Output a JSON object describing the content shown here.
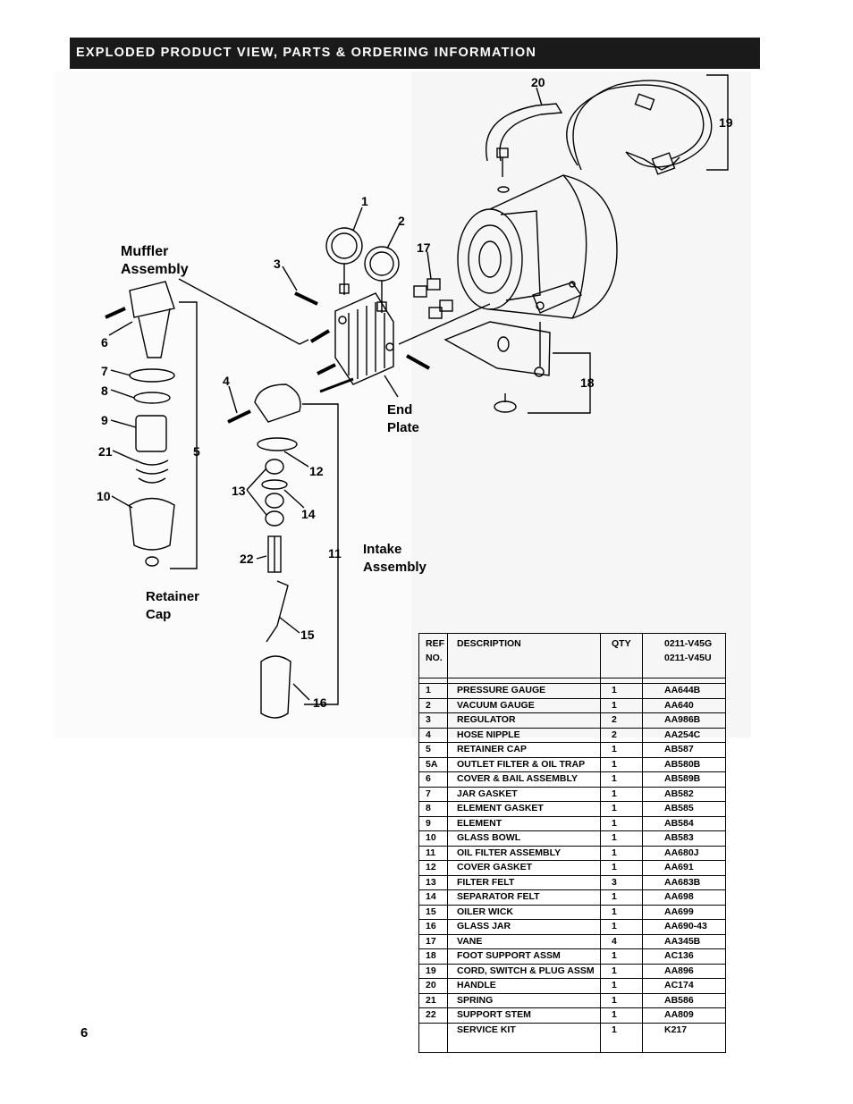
{
  "header": {
    "title": "EXPLODED PRODUCT VIEW, PARTS & ORDERING INFORMATION"
  },
  "diagram": {
    "callouts": [
      "20",
      "19",
      "1",
      "2",
      "17",
      "3",
      "6",
      "7",
      "8",
      "9",
      "21",
      "5",
      "10",
      "4",
      "12",
      "13",
      "14",
      "22",
      "11",
      "15",
      "16",
      "18"
    ],
    "labels": {
      "muffler_line1": "Muffler",
      "muffler_line2": "Assembly",
      "end_line1": "End",
      "end_line2": "Plate",
      "intake_line1": "Intake",
      "intake_line2": "Assembly",
      "retainer_line1": "Retainer",
      "retainer_line2": "Cap"
    }
  },
  "parts_table": {
    "headers": {
      "ref_line1": "REF",
      "ref_line2": "NO.",
      "description": "DESCRIPTION",
      "qty": "QTY",
      "model_line1": "0211-V45G",
      "model_line2": "0211-V45U"
    },
    "rows": [
      {
        "ref": "1",
        "description": "PRESSURE GAUGE",
        "qty": "1",
        "part": "AA644B"
      },
      {
        "ref": "2",
        "description": "VACUUM GAUGE",
        "qty": "1",
        "part": "AA640"
      },
      {
        "ref": "3",
        "description": "REGULATOR",
        "qty": "2",
        "part": "AA986B"
      },
      {
        "ref": "4",
        "description": "HOSE NIPPLE",
        "qty": "2",
        "part": "AA254C"
      },
      {
        "ref": "5",
        "description": "RETAINER CAP",
        "qty": "1",
        "part": "AB587"
      },
      {
        "ref": "5A",
        "description": "OUTLET FILTER & OIL TRAP",
        "qty": "1",
        "part": "AB580B"
      },
      {
        "ref": "6",
        "description": "COVER & BAIL ASSEMBLY",
        "qty": "1",
        "part": "AB589B"
      },
      {
        "ref": "7",
        "description": "JAR GASKET",
        "qty": "1",
        "part": "AB582"
      },
      {
        "ref": "8",
        "description": "ELEMENT GASKET",
        "qty": "1",
        "part": "AB585"
      },
      {
        "ref": "9",
        "description": "ELEMENT",
        "qty": "1",
        "part": "AB584"
      },
      {
        "ref": "10",
        "description": "GLASS BOWL",
        "qty": "1",
        "part": "AB583"
      },
      {
        "ref": "11",
        "description": "OIL FILTER ASSEMBLY",
        "qty": "1",
        "part": "AA680J"
      },
      {
        "ref": "12",
        "description": "COVER GASKET",
        "qty": "1",
        "part": "AA691"
      },
      {
        "ref": "13",
        "description": "FILTER FELT",
        "qty": "3",
        "part": "AA683B"
      },
      {
        "ref": "14",
        "description": "SEPARATOR FELT",
        "qty": "1",
        "part": "AA698"
      },
      {
        "ref": "15",
        "description": "OILER WICK",
        "qty": "1",
        "part": "AA699"
      },
      {
        "ref": "16",
        "description": "GLASS JAR",
        "qty": "1",
        "part": "AA690-43"
      },
      {
        "ref": "17",
        "description": "VANE",
        "qty": "4",
        "part": "AA345B"
      },
      {
        "ref": "18",
        "description": "FOOT SUPPORT ASSM",
        "qty": "1",
        "part": "AC136"
      },
      {
        "ref": "19",
        "description": "CORD, SWITCH & PLUG ASSM",
        "qty": "1",
        "part": "AA896"
      },
      {
        "ref": "20",
        "description": "HANDLE",
        "qty": "1",
        "part": "AC174"
      },
      {
        "ref": "21",
        "description": "SPRING",
        "qty": "1",
        "part": "AB586"
      },
      {
        "ref": "22",
        "description": "SUPPORT STEM",
        "qty": "1",
        "part": "AA809"
      }
    ],
    "last_row": {
      "ref": "",
      "description": "SERVICE KIT",
      "qty": "1",
      "part": "K217"
    }
  },
  "page_number": "6"
}
